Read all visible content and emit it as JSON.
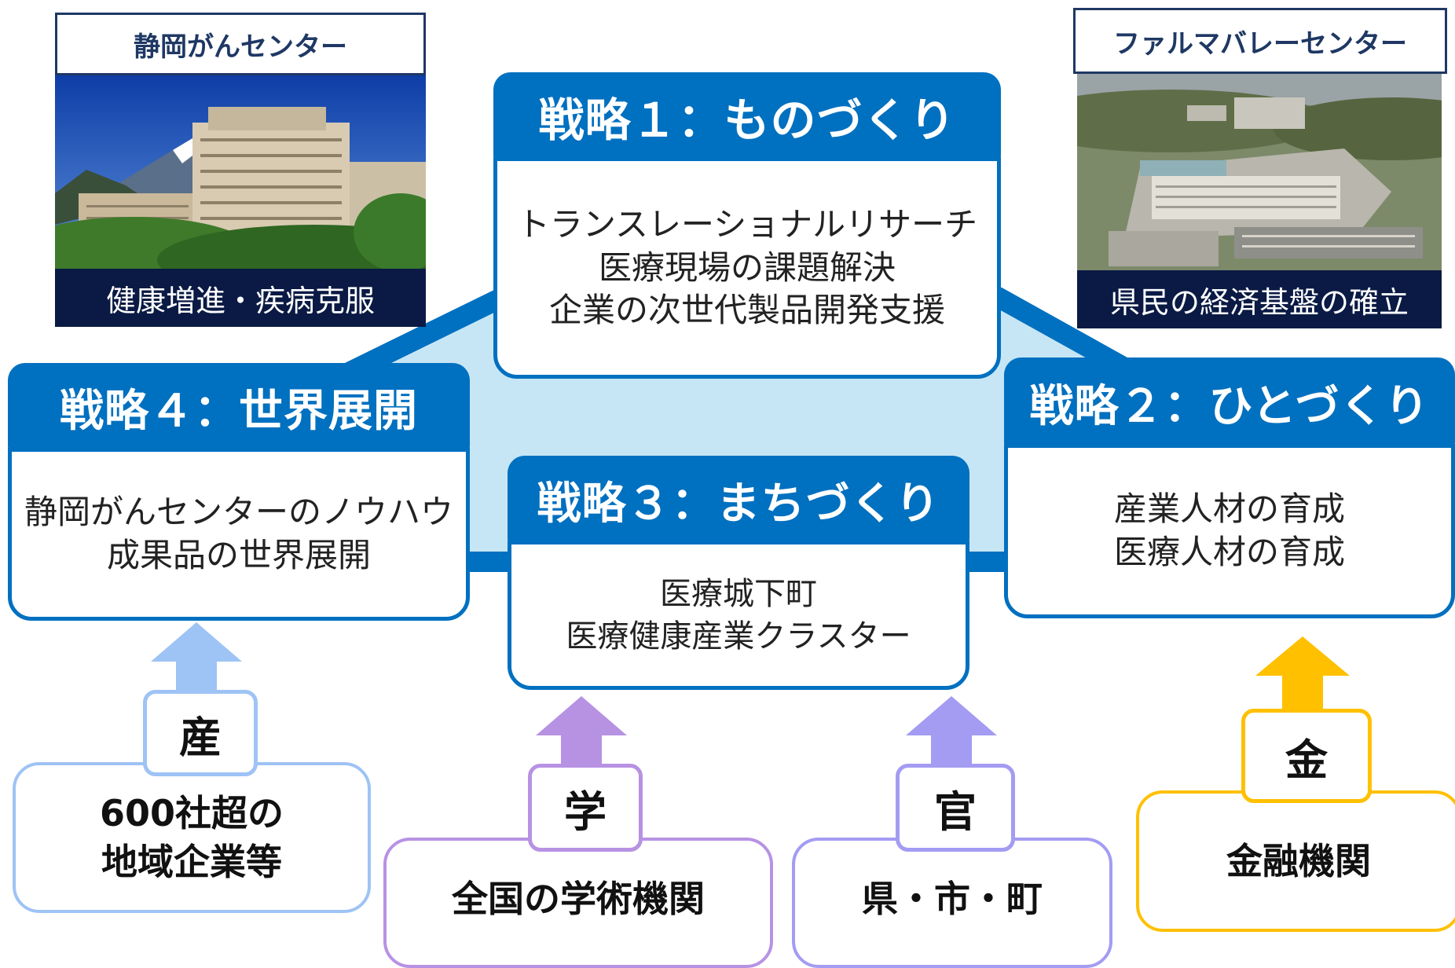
{
  "colors": {
    "strategy_blue": "#0070c0",
    "hex_fill": "#c7e6f5",
    "navy": "#1f3864",
    "caption_bg": "#0a1a44",
    "industry": "#9ec3f5",
    "academia": "#b792e3",
    "government": "#a39cf2",
    "finance": "#ffc000"
  },
  "left_photo": {
    "label": "静岡がんセンター",
    "caption": "健康増進・疾病克服",
    "icon": "hospital-building-with-mount-fuji-photo"
  },
  "right_photo": {
    "label": "ファルマバレーセンター",
    "caption": "県民の経済基盤の確立",
    "icon": "aerial-campus-photo"
  },
  "strategies": [
    {
      "title": "戦略１：ものづくり",
      "lines": [
        "トランスレーショナルリサーチ",
        "医療現場の課題解決",
        "企業の次世代製品開発支援"
      ]
    },
    {
      "title": "戦略２：ひとづくり",
      "lines": [
        "産業人材の育成",
        "医療人材の育成"
      ]
    },
    {
      "title": "戦略３：まちづくり",
      "lines": [
        "医療城下町",
        "医療健康産業クラスター"
      ]
    },
    {
      "title": "戦略４：世界展開",
      "lines": [
        "静岡がんセンターのノウハウ",
        "成果品の世界展開"
      ]
    }
  ],
  "partners": [
    {
      "tag": "産",
      "lines": [
        "600社超の",
        "地域企業等"
      ],
      "color": "#9ec3f5"
    },
    {
      "tag": "学",
      "lines": [
        "全国の学術機関"
      ],
      "color": "#b792e3"
    },
    {
      "tag": "官",
      "lines": [
        "県・市・町"
      ],
      "color": "#a39cf2"
    },
    {
      "tag": "金",
      "lines": [
        "金融機関"
      ],
      "color": "#ffc000"
    }
  ]
}
